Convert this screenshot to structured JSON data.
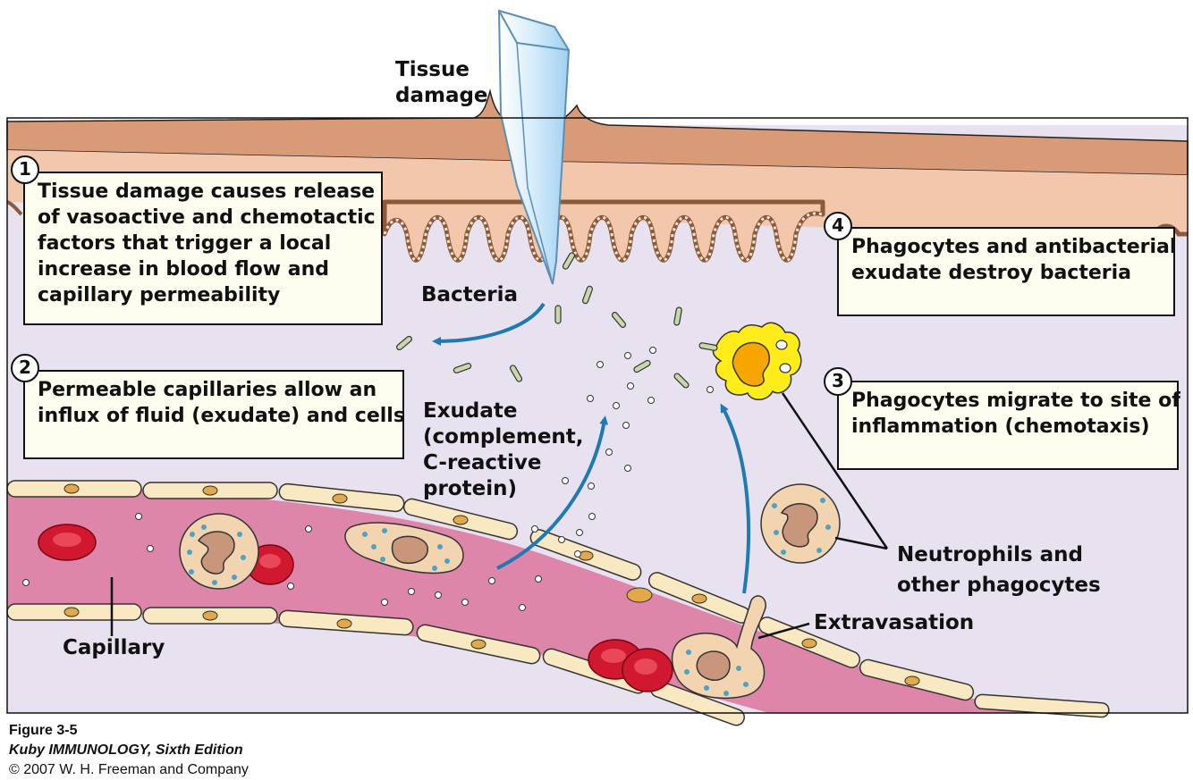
{
  "labels": {
    "tissue_damage": [
      "Tissue",
      "damage"
    ],
    "bacteria": "Bacteria",
    "exudate": [
      "Exudate",
      "(complement,",
      "C-reactive",
      "protein)"
    ],
    "neutrophils": [
      "Neutrophils and",
      "other phagocytes"
    ],
    "extravasation": "Extravasation",
    "capillary": "Capillary"
  },
  "steps": [
    {
      "number": "1",
      "lines": [
        "Tissue damage causes release",
        "of vasoactive and chemotactic",
        "factors that trigger a local",
        "increase in blood flow and",
        "capillary permeability"
      ]
    },
    {
      "number": "2",
      "lines": [
        "Permeable capillaries allow an",
        "influx of fluid (exudate) and cells"
      ]
    },
    {
      "number": "3",
      "lines": [
        "Phagocytes migrate to site of",
        "inflammation (chemotaxis)"
      ]
    },
    {
      "number": "4",
      "lines": [
        "Phagocytes and antibacterial",
        "exudate destroy bacteria"
      ]
    }
  ],
  "caption": {
    "figure": "Figure 3-5",
    "book": "Kuby IMMUNOLOGY, Sixth Edition",
    "copyright": "© 2007 W. H. Freeman and Company"
  },
  "colors": {
    "skin_top": "#d99a78",
    "skin_body": "#f3c7ac",
    "tissue": "#e8e2f0",
    "capillary_lumen": "#dd86aa",
    "endothelium": "#f8e9c2",
    "red_cell": "#d01830",
    "phagocyte": "#f3d4b0",
    "active_phagocyte": "#ffec1a",
    "arrow": "#1e7ab0",
    "box_fill": "#fdfdf0"
  }
}
